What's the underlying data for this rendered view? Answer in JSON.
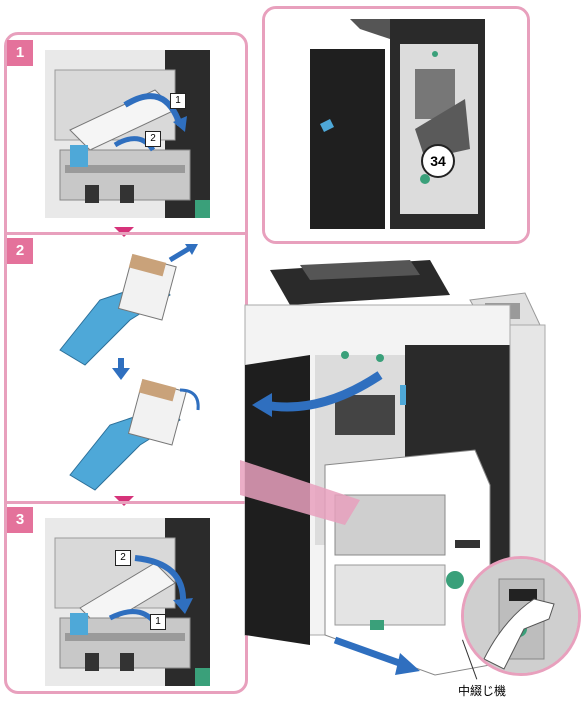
{
  "steps": [
    {
      "number": "1",
      "callouts": [
        "1",
        "2"
      ]
    },
    {
      "number": "2",
      "callouts": []
    },
    {
      "number": "3",
      "callouts": [
        "2",
        "1"
      ]
    }
  ],
  "overview": {
    "badge": "34"
  },
  "labels": {
    "saddle_stitcher": "中綴じ機"
  },
  "colors": {
    "accent_pink": "#e4729b",
    "border_pink": "#e8a0bd",
    "arrow_blue": "#2f6fbf",
    "cartridge_blue": "#4ea8d8",
    "grip_green": "#3aa07a"
  }
}
